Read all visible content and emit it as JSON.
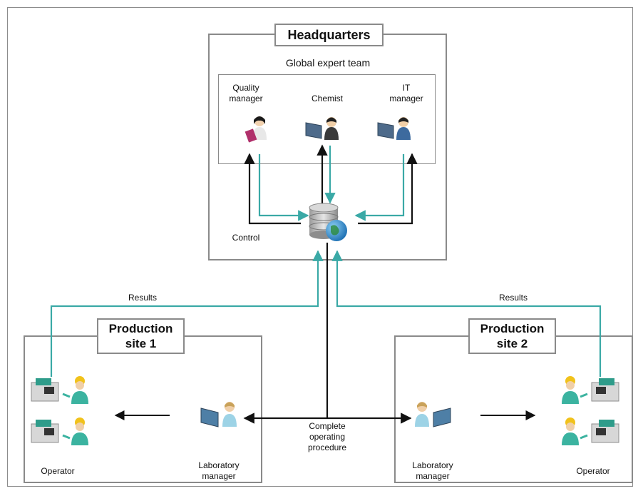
{
  "headquarters": {
    "title": "Headquarters",
    "team_label": "Global expert team",
    "roles": [
      {
        "label": "Quality manager",
        "icon": "quality-manager-icon"
      },
      {
        "label": "Chemist",
        "icon": "chemist-icon"
      },
      {
        "label": "IT manager",
        "icon": "it-manager-icon"
      }
    ],
    "control_label": "Control",
    "database_icon": "database-globe-icon"
  },
  "results_left": "Results",
  "results_right": "Results",
  "site1": {
    "title_line1": "Production",
    "title_line2": "site 1",
    "operator_label": "Operator",
    "lab_manager_label": "Laboratory manager"
  },
  "site2": {
    "title_line1": "Production",
    "title_line2": "site 2",
    "operator_label": "Operator",
    "lab_manager_label": "Laboratory manager"
  },
  "procedure_label": "Complete operating procedure",
  "colors": {
    "teal": "#3aa9a6",
    "black": "#111111",
    "box_border": "#8a8a8a"
  }
}
